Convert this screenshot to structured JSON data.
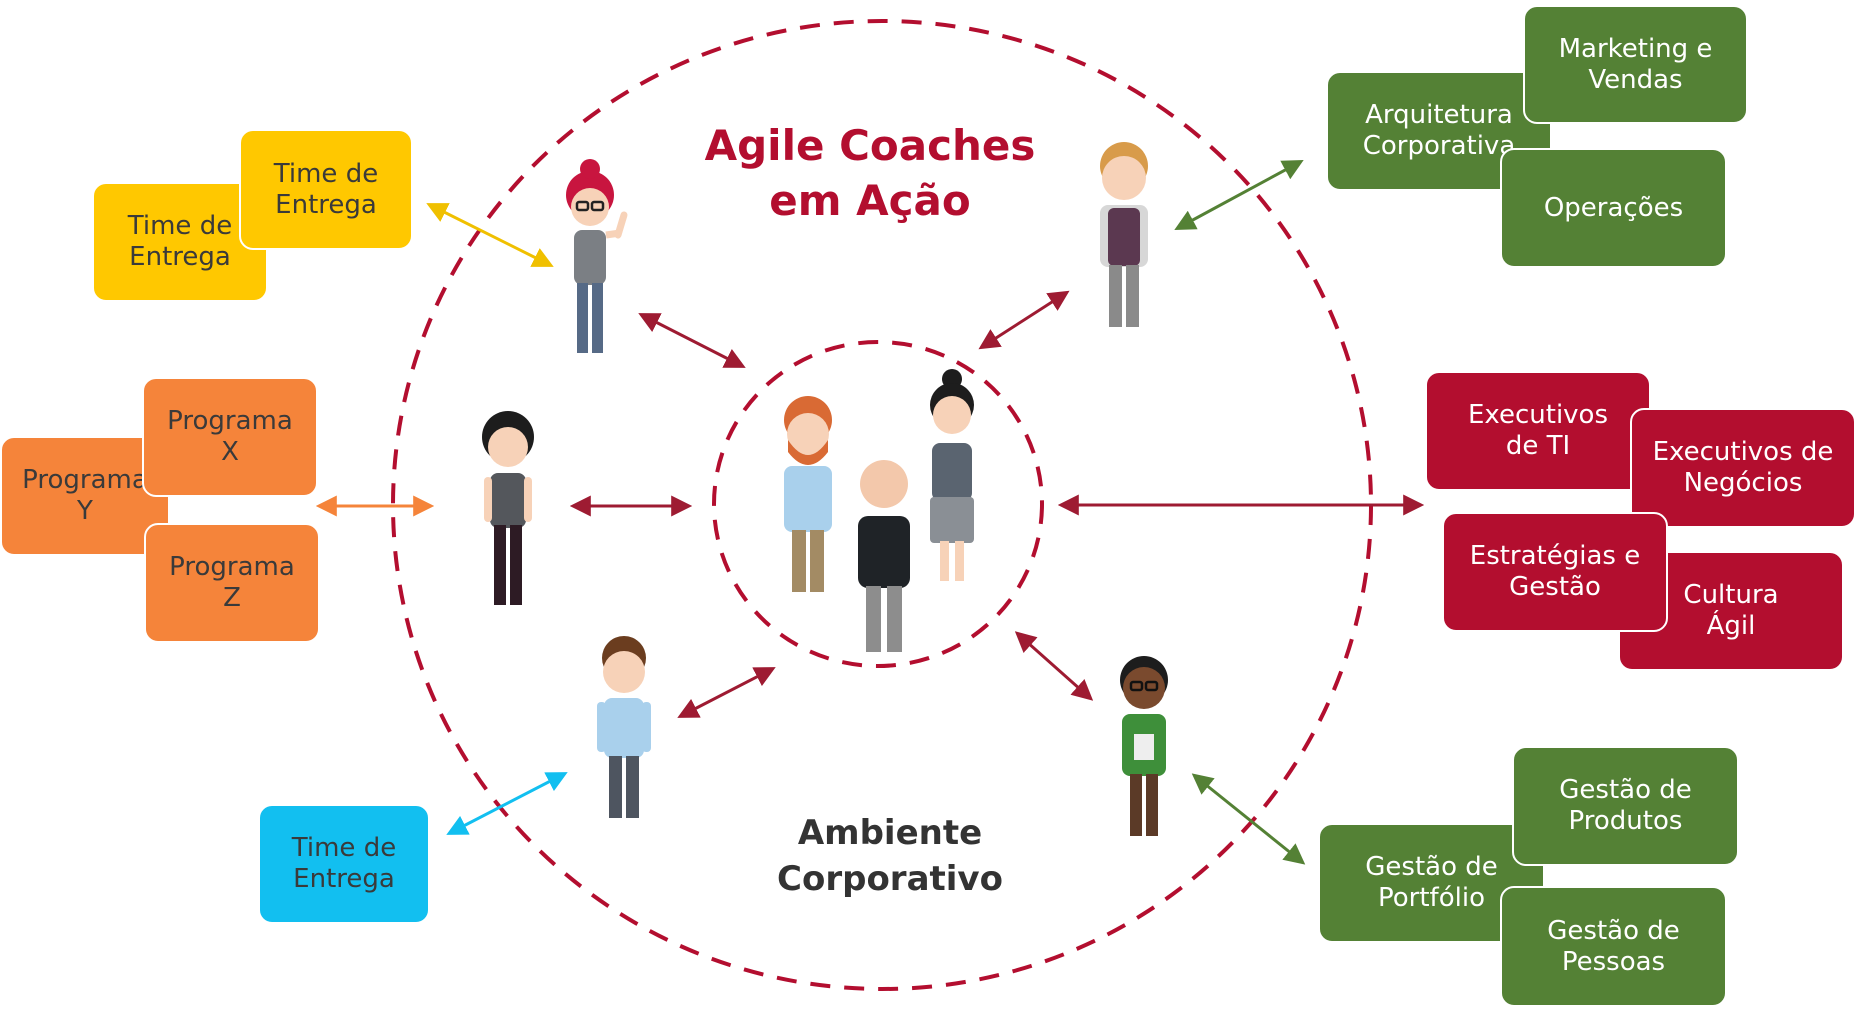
{
  "title": {
    "line1": "Agile Coaches",
    "line2": "em Ação"
  },
  "subtitle": {
    "line1": "Ambiente",
    "line2": "Corporativo"
  },
  "colors": {
    "circle": "#b30e2f",
    "yellow": "#ffc800",
    "orange": "#f5843a",
    "blue": "#12bff0",
    "green": "#548135",
    "red": "#b30e2f"
  },
  "boxes": {
    "yellow_back": "Time de\nEntrega",
    "yellow_front": "Time de\nEntrega",
    "orange_y": "Programa\nY",
    "orange_x": "Programa\nX",
    "orange_z": "Programa\nZ",
    "blue": "Time de\nEntrega",
    "green_marketing": "Marketing e\nVendas",
    "green_arquitetura": "Arquitetura\nCorporativa",
    "green_operacoes": "Operações",
    "red_exec_ti": "Executivos\nde TI",
    "red_exec_neg": "Executivos de\nNegócios",
    "red_estrategias": "Estratégias e\nGestão",
    "red_cultura": "Cultura\nÁgil",
    "green_produtos": "Gestão de\nProdutos",
    "green_portfolio": "Gestão de\nPortfólio",
    "green_pessoas": "Gestão de\nPessoas"
  },
  "people": [
    "person-icon",
    "person-icon",
    "person-icon",
    "person-icon",
    "person-icon",
    "team-group-icon"
  ]
}
